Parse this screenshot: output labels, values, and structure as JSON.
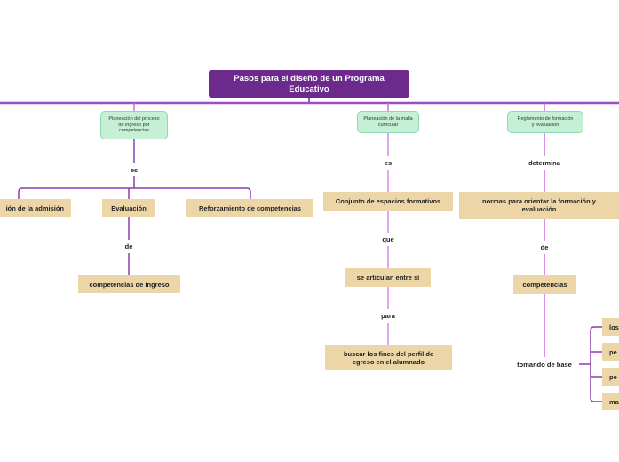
{
  "root": "Pasos para el diseño de un Programa Educativo",
  "branches": {
    "b1": {
      "title": "Planeación del proceso de ingreso por competencias",
      "link": "es",
      "children": {
        "admision": "ión de la admisión",
        "evaluacion": "Evaluación",
        "reforzamiento": "Reforzamiento de competencias"
      },
      "eval_link": "de",
      "eval_child": "competencias de ingreso"
    },
    "b2": {
      "title": "Planeación de la malla curricular",
      "link1": "es",
      "node1": "Conjunto de espacios formativos",
      "link2": "que",
      "node2": "se articulan entre sí",
      "link3": "para",
      "node3": "buscar los fines del perfil de egreso en el alumnado"
    },
    "b3": {
      "title": "Reglamento de formación y evaluación",
      "link1": "determina",
      "node1": "normas para orientar la formación y evaluación",
      "link2": "de",
      "node2": "competencias",
      "link3": "tomando de base",
      "leaves": [
        "los",
        "pe",
        "pe",
        "ma"
      ]
    }
  }
}
